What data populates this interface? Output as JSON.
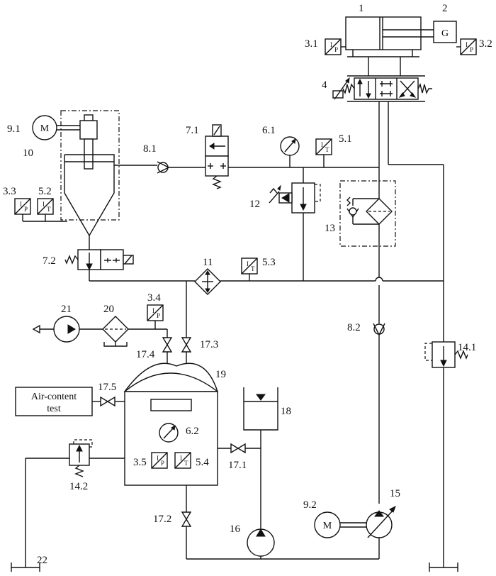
{
  "labels": {
    "l1": "1",
    "l2": "2",
    "l3_1": "3.1",
    "l3_2": "3.2",
    "l3_3": "3.3",
    "l3_4": "3.4",
    "l3_5": "3.5",
    "l4": "4",
    "l5_1": "5.1",
    "l5_2": "5.2",
    "l5_3": "5.3",
    "l5_4": "5.4",
    "l6_1": "6.1",
    "l6_2": "6.2",
    "l7_1": "7.1",
    "l7_2": "7.2",
    "l8_1": "8.1",
    "l8_2": "8.2",
    "l9_1": "9.1",
    "l9_2": "9.2",
    "l10": "10",
    "l11": "11",
    "l12": "12",
    "l13": "13",
    "l14_1": "14.1",
    "l14_2": "14.2",
    "l15": "15",
    "l16": "16",
    "l17_1": "17.1",
    "l17_2": "17.2",
    "l17_3": "17.3",
    "l17_4": "17.4",
    "l17_5": "17.5",
    "l18": "18",
    "l19": "19",
    "l20": "20",
    "l21": "21",
    "l22": "22"
  },
  "symbols": {
    "generator": "G",
    "motor": "M",
    "pressure_sensor_sub": "P",
    "temperature_sensor_sub": "T",
    "sensor_letter": "I"
  },
  "air_content_box": {
    "line1": "Air-content",
    "line2": "test"
  }
}
